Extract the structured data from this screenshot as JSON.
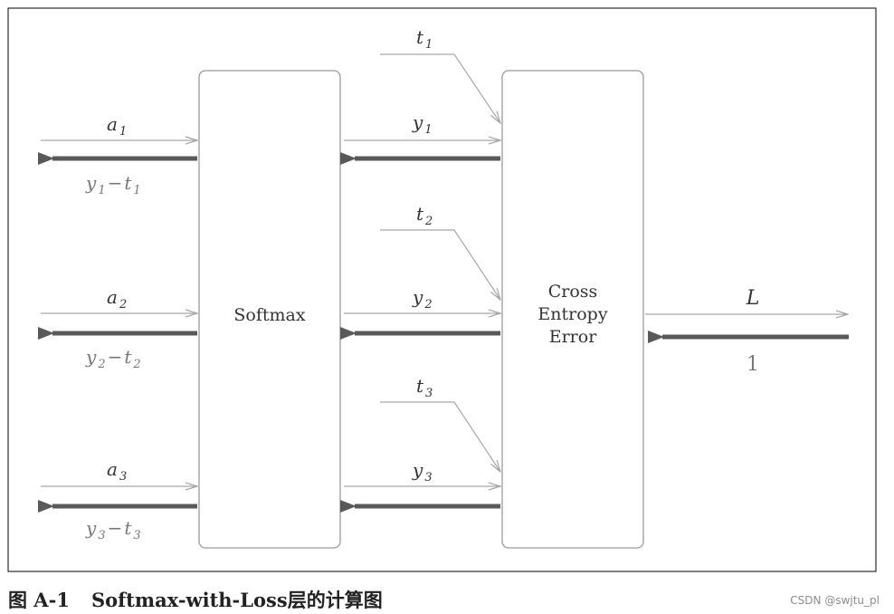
{
  "caption": {
    "figure_number": "图 A-1",
    "title": "Softmax-with-Loss层的计算图"
  },
  "watermark": "CSDN @swjtu_pl",
  "boxes": {
    "softmax": "Softmax",
    "cross_entropy": [
      "Cross",
      "Entropy",
      "Error"
    ]
  },
  "inputs": [
    {
      "var": "a",
      "sub": "1"
    },
    {
      "var": "a",
      "sub": "2"
    },
    {
      "var": "a",
      "sub": "3"
    }
  ],
  "softmax_outputs": [
    {
      "var": "y",
      "sub": "1"
    },
    {
      "var": "y",
      "sub": "2"
    },
    {
      "var": "y",
      "sub": "3"
    }
  ],
  "teacher_labels": [
    {
      "var": "t",
      "sub": "1"
    },
    {
      "var": "t",
      "sub": "2"
    },
    {
      "var": "t",
      "sub": "3"
    }
  ],
  "gradients": [
    {
      "y": "y",
      "y_sub": "1",
      "op": "−",
      "t": "t",
      "t_sub": "1"
    },
    {
      "y": "y",
      "y_sub": "2",
      "op": "−",
      "t": "t",
      "t_sub": "2"
    },
    {
      "y": "y",
      "y_sub": "3",
      "op": "−",
      "t": "t",
      "t_sub": "3"
    }
  ],
  "loss": {
    "label": "L",
    "backprop_value": "1"
  },
  "colors": {
    "thin_arrow": "#a6a6a6",
    "thick_arrow": "#595959",
    "box_stroke": "#9a9a9a",
    "frame": "#000000"
  }
}
